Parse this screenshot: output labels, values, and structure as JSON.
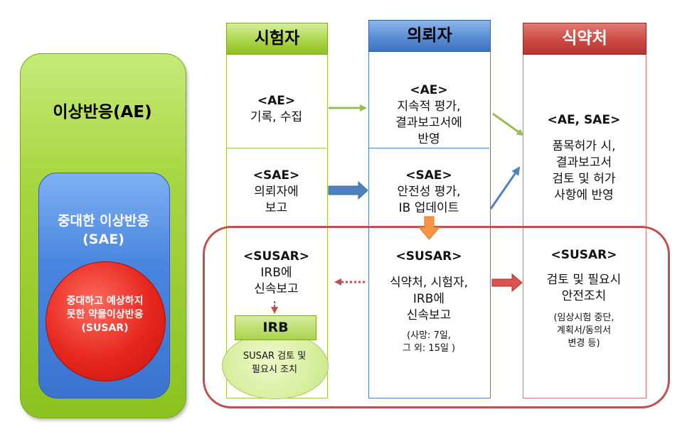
{
  "left": {
    "ae_label": "이상반응(AE)",
    "sae_label_line1": "중대한 이상반응",
    "sae_label_line2": "(SAE)",
    "susar_label_line1": "중대하고 예상하지",
    "susar_label_line2": "못한 약물이상반응",
    "susar_label_line3": "(SUSAR)"
  },
  "columns": {
    "investigator": {
      "header": "시험자",
      "ae_tag": "<AE>",
      "ae_text": "기록, 수집",
      "sae_tag": "<SAE>",
      "sae_line1": "의뢰자에",
      "sae_line2": "보고",
      "susar_tag": "<SUSAR>",
      "susar_line1": "IRB에",
      "susar_line2": "신속보고",
      "irb_label": "IRB",
      "irb_text_line1": "SUSAR 검토 및",
      "irb_text_line2": "필요시 조치"
    },
    "sponsor": {
      "header": "의뢰자",
      "ae_tag": "<AE>",
      "ae_line1": "지속적 평가,",
      "ae_line2": "결과보고서에",
      "ae_line3": "반영",
      "sae_tag": "<SAE>",
      "sae_line1": "안전성 평가,",
      "sae_line2": "IB 업데이트",
      "susar_tag": "<SUSAR>",
      "susar_line1": "식약처, 시험자,",
      "susar_line2": "IRB에",
      "susar_line3": "신속보고",
      "susar_note_line1": "(사망: 7일,",
      "susar_note_line2": "그 외: 15일 )"
    },
    "mfds": {
      "header": "식약처",
      "ae_tag": "<AE, SAE>",
      "ae_line1": "품목허가 시,",
      "ae_line2": "결과보고서",
      "ae_line3": "검토 및 허가",
      "ae_line4": "사항에 반영",
      "susar_tag": "<SUSAR>",
      "susar_line1": "검토 및 필요시",
      "susar_line2": "안전조치",
      "susar_note_line1": "(임상시험 중단,",
      "susar_note_line2": "계획서/동의서",
      "susar_note_line3": "변경 등)"
    }
  },
  "colors": {
    "green_arrow": "#9bbb59",
    "blue_arrow": "#4f81bd",
    "orange_arrow": "#f79646",
    "red_arrow": "#c0504d",
    "frame": "#c0504d"
  }
}
